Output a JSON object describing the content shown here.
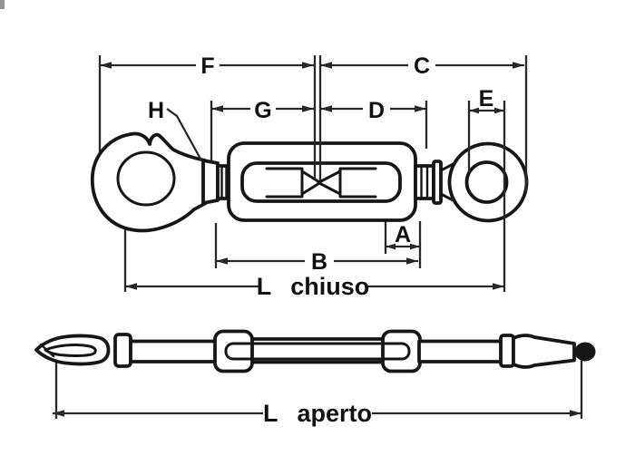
{
  "diagram": {
    "kind": "technical dimensional drawing",
    "views": {
      "top": "turnbuckle-closed-front-view",
      "bottom": "turnbuckle-open-side-view"
    },
    "parts": [
      "hook",
      "threaded-stud",
      "turnbuckle-body",
      "eye"
    ]
  },
  "labels": {
    "f": "F",
    "c": "C",
    "h": "H",
    "g": "G",
    "d": "D",
    "e": "E",
    "a": "A",
    "b": "B",
    "l_chiuso": "L chiuso",
    "l_aperto": "L aperto"
  },
  "colors": {
    "background": "#ffffff",
    "part_line": "#161616",
    "dimension_line": "#282828",
    "text": "#111111"
  }
}
